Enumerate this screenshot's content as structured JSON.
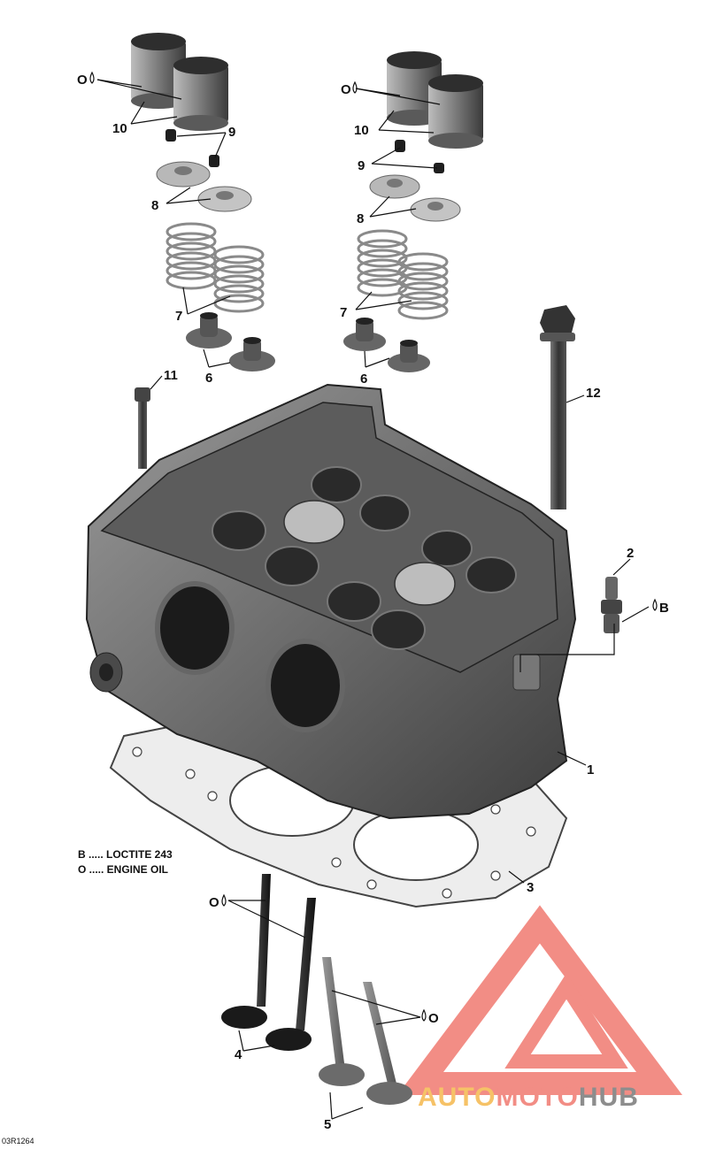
{
  "callouts": {
    "c1": "1",
    "c2": "2",
    "c3": "3",
    "c4": "4",
    "c5": "5",
    "c6a": "6",
    "c6b": "6",
    "c7a": "7",
    "c7b": "7",
    "c8a": "8",
    "c8b": "8",
    "c9a": "9",
    "c9b": "9",
    "c10a": "10",
    "c10b": "10",
    "c11": "11",
    "c12": "12"
  },
  "symbols": {
    "oil_a": "O",
    "oil_b": "O",
    "oil_c": "O",
    "oil_d": "O",
    "loctite": "B"
  },
  "legend": {
    "line_b": "B ..... LOCTITE 243",
    "line_o": "O ..... ENGINE OIL"
  },
  "reference": "03R1264",
  "watermark": {
    "part1": "AUTO",
    "part2": "MOTO",
    "part3": "HUB",
    "colors": {
      "auto": "#f5b84d",
      "moto": "#f07a70",
      "hub": "#7a7a7a",
      "logo": "#f07a70"
    }
  }
}
